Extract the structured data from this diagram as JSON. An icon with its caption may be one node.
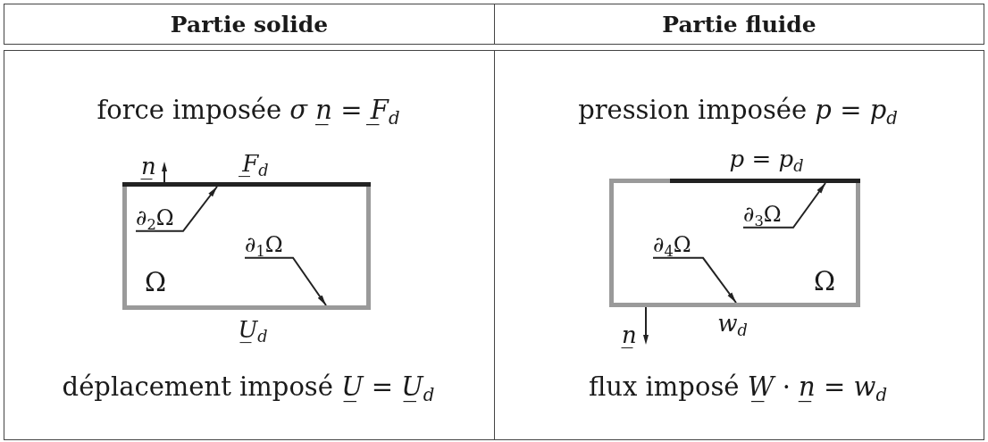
{
  "diagram": {
    "nodes": [
      {
        "text": [
          "Partie solide"
        ]
      },
      {
        "text": [
          "Partie fluide"
        ]
      },
      {
        "text": [
          "force imposée *σ n̲* = *F̲$_{d}$*",
          "déplacement imposé *U̲* = *U̲$_{d}$*"
        ]
      },
      {
        "text": [
          "Ω"
        ],
        "in": 2,
        "beside": [
          "U̲$_{d}$"
        ]
      },
      {
        "text": [],
        "shape": "bar",
        "in": 3,
        "beside": [
          "F̲$_{d}$"
        ]
      },
      {
        "text": [
          "∂$_{2}$Ω"
        ],
        "in": 3
      },
      {
        "text": [
          "∂$_{1}$Ω"
        ],
        "in": 3
      },
      {
        "text": [
          "pression imposée *p* = *p$_{d}$*",
          "flux imposé *W̲* · *n̲* = *w$_{d}$*"
        ]
      },
      {
        "text": [
          "Ω"
        ],
        "in": 7,
        "beside": [
          "w$_{d}$"
        ]
      },
      {
        "text": [],
        "shape": "bar",
        "in": 8,
        "beside": [
          "p = p$_{d}$"
        ]
      },
      {
        "text": [
          "∂$_{3}$Ω"
        ],
        "in": 8
      },
      {
        "text": [
          "∂$_{4}$Ω"
        ],
        "in": 8
      }
    ],
    "edges": [
      {
        "from": 5,
        "to": 4,
        "arrow": "to"
      },
      {
        "from": 6,
        "to": 3,
        "arrow": "to"
      },
      {
        "from": 10,
        "to": 9,
        "arrow": "to"
      },
      {
        "from": 11,
        "to": 8,
        "arrow": "to"
      }
    ],
    "labels": [
      "n̲",
      "n̲"
    ]
  }
}
